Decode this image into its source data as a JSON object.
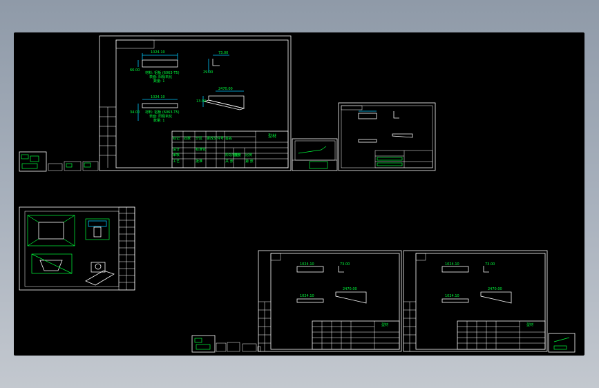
{
  "app": {
    "viewport_background": "#000000",
    "line_color": "#ffffff",
    "annotation_color": "#00ff3c",
    "accent_color": "#00c8ff"
  },
  "main_sheet": {
    "dims": {
      "top_left": "1024.10",
      "top_right": "73.00",
      "mid_left": "1024.10",
      "mid_right": "2470.00",
      "side_left_top": "66.00",
      "side_right_top": "29.00",
      "side_left_mid": "34.00",
      "side_right_mid": "13.00"
    },
    "notes": {
      "top": "材料: 铝板 (6063-T5)",
      "top_2": "表面: 阳极氧化",
      "top_3": "数量: 1",
      "mid": "材料: 铝板 (6063-T5)",
      "mid_2": "表面: 阳极氧化",
      "mid_3": "数量: 1"
    },
    "title_block": {
      "name": "型材",
      "r1": [
        "标记",
        "处数",
        "分区",
        "更改文件号",
        "签名"
      ],
      "r2": [
        "设计",
        "",
        "标准化",
        ""
      ],
      "r3": [
        "审核",
        "",
        "",
        "阶段标记",
        "重量",
        "比例"
      ],
      "r4": [
        "工艺",
        "",
        "批准",
        "共 张",
        "第 张"
      ]
    }
  },
  "lower_sheets": [
    {
      "name": "型材",
      "dim_a": "1024.10",
      "dim_b": "73.00",
      "dim_c": "1024.10",
      "dim_d": "2470.00"
    },
    {
      "name": "型材",
      "dim_a": "1024.10",
      "dim_b": "73.00",
      "dim_c": "1024.10",
      "dim_d": "2470.00"
    }
  ]
}
